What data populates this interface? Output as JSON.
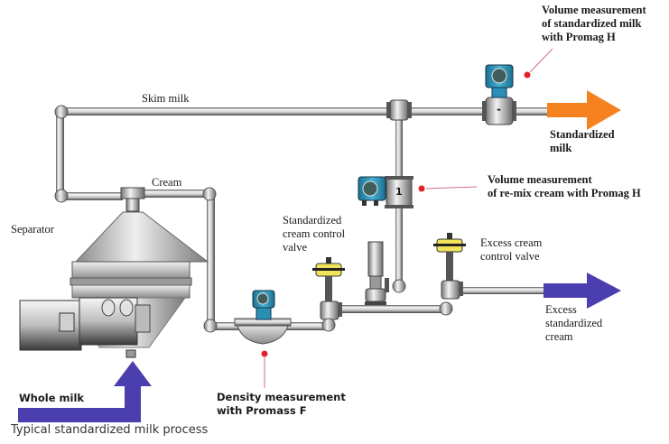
{
  "title": "Typical standardized milk process",
  "colors": {
    "inflow_arrow": "#4b3fb0",
    "outflow_milk_arrow": "#f5821f",
    "outflow_cream_arrow": "#4b3fb0",
    "valve_actuator": "#f2e45a",
    "transmitter": "#2a8fb5",
    "measurement_point": "#e0202a",
    "pipe": "#d8d8d8"
  },
  "labels": {
    "skim_milk": "Skim milk",
    "cream": "Cream",
    "separator": "Separator",
    "whole_milk": "Whole milk",
    "standardized_milk": "Standardized\nmilk",
    "excess_cream_out": "Excess\nstandardized\ncream",
    "std_cream_valve": "Standardized\ncream control\nvalve",
    "excess_cream_valve": "Excess cream\ncontrol valve",
    "vol_std_milk": "Volume measurement\nof standardized milk\nwith Promag H",
    "vol_remix_cream": "Volume measurement\nof re-mix cream with Promag H",
    "density": "Density measurement\nwith Promass F"
  },
  "meters": {
    "remix_meter_display": "1",
    "std_milk_meter_display": "-"
  }
}
